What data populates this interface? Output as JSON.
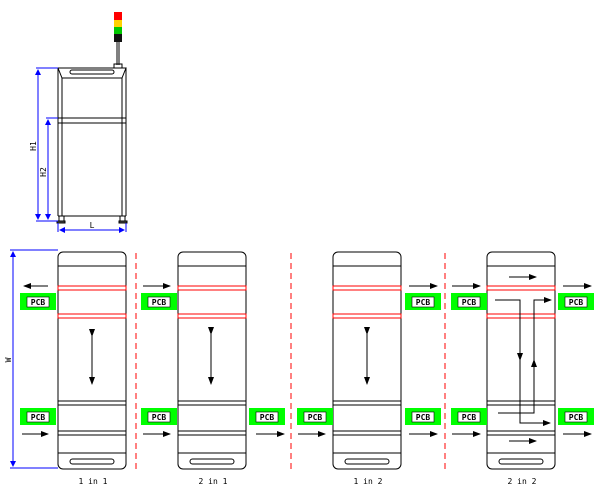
{
  "dimensions": {
    "h1_label": "H1",
    "h2_label": "H2",
    "length_label": "L",
    "width_label": "W"
  },
  "signal_tower": {
    "colors": [
      "#ff0000",
      "#ffd200",
      "#00c800",
      "#111111"
    ]
  },
  "pcb_label": "PCB",
  "colors": {
    "pcb_fill": "#00ff00",
    "rail_red": "#ff0000",
    "dimension_blue": "#0000ff",
    "divider_red": "#ff0000"
  },
  "modes": [
    {
      "caption": "1 in 1"
    },
    {
      "caption": "2 in 1"
    },
    {
      "caption": "1 in 2"
    },
    {
      "caption": "2 in 2"
    }
  ]
}
